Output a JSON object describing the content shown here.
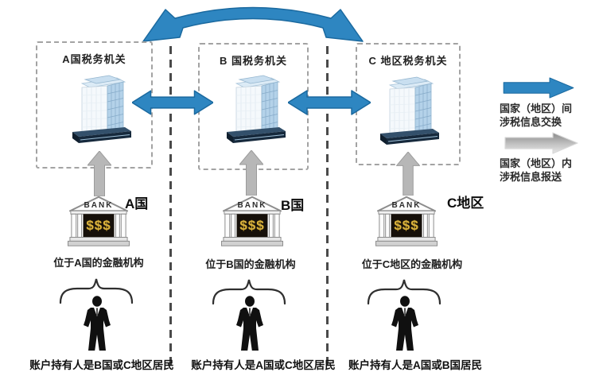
{
  "columns": [
    {
      "authority_label": "A国税务机关",
      "jurisdiction_label": "A国",
      "bank_caption": "位于A国的金融机构",
      "account_holder_caption": "账户持有人是B国或C地区居民"
    },
    {
      "authority_label": "B 国税务机关",
      "jurisdiction_label": "B国",
      "bank_caption": "位于B国的金融机构",
      "account_holder_caption": "账户持有人是A国或C地区居民"
    },
    {
      "authority_label": "C 地区税务机关",
      "jurisdiction_label": "C地区",
      "bank_caption": "位于C地区的金融机构",
      "account_holder_caption": "账户持有人是A国或B国居民"
    }
  ],
  "bank": {
    "sign": "BANK",
    "money": "$$$"
  },
  "legend": {
    "exchange_line1": "国家（地区）间",
    "exchange_line2": "涉税信息交换",
    "report_line1": "国家（地区）内",
    "report_line2": "涉税信息报送"
  },
  "colors": {
    "exchange_arrow": "#2e86c1",
    "exchange_arrow_border": "#1a699f",
    "report_arrow": "#b7b7b7",
    "report_arrow_border": "#9b9b9b",
    "bank_gold": "#d9b13b"
  }
}
